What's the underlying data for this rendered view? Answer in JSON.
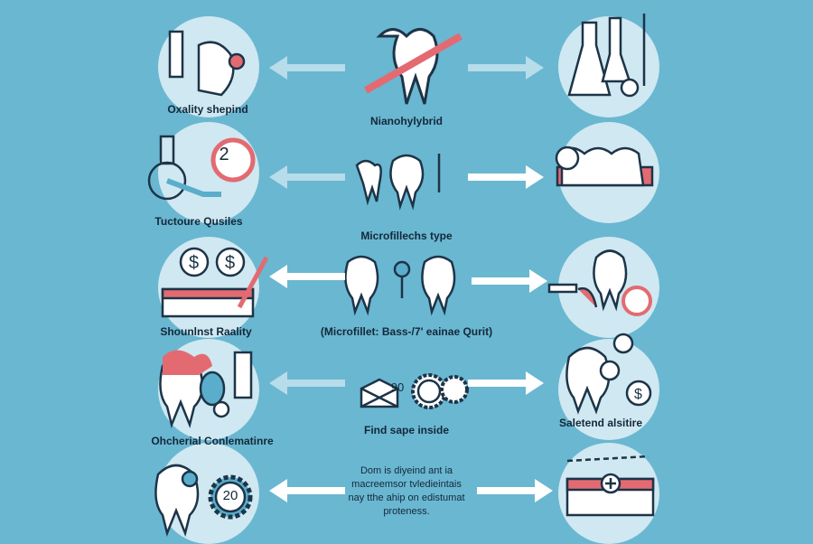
{
  "colors": {
    "background": "#6ab7d1",
    "circle": "#cfe8f1",
    "accent_red": "#e46a72",
    "outline": "#1d3448"
  },
  "left_labels": [
    "Oxality shepind",
    "Tuctoure Qusiles",
    "Shounlnst Raality",
    "Ohcherial Conlematinre"
  ],
  "center_labels": [
    "Nianohylybrid",
    "Microfillechs type",
    "(Microfillet: Bass-/7' eainae Qurit)",
    "Find sape inside"
  ],
  "right_labels": [
    "Saletend alsitire"
  ],
  "badges": {
    "row2": "2",
    "row4": "90",
    "row5": "20"
  },
  "bottom_paragraph": [
    "Dom is diyeind ant ia",
    "macreemsor tvledieintais",
    "nay tthe ahip on edistumat",
    "proteness."
  ]
}
